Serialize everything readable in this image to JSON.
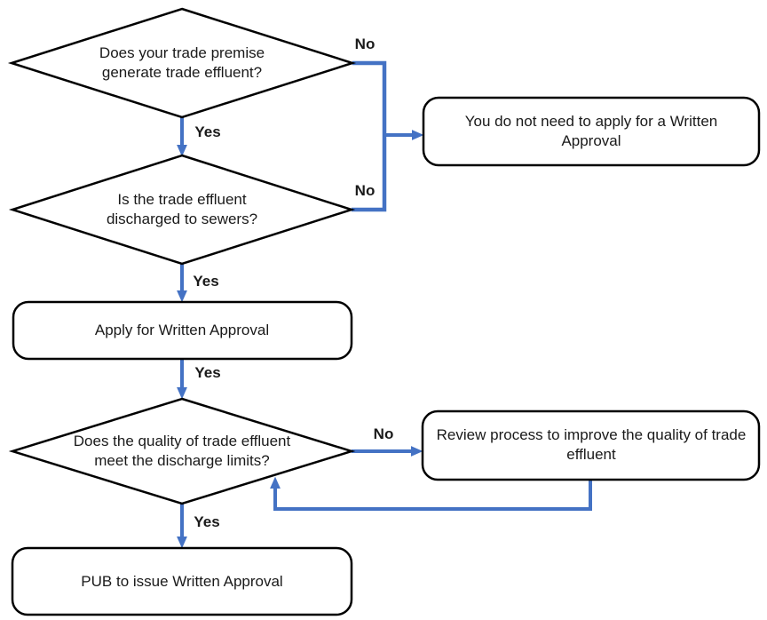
{
  "colors": {
    "accent": "#4472C4",
    "outline": "#000000",
    "text": "#1a1a1a"
  },
  "nodes": {
    "decision_generate": {
      "type": "decision",
      "label": "Does your trade premise\ngenerate trade effluent?"
    },
    "terminal_not_needed": {
      "type": "terminator",
      "label": "You do not need to apply for a Written\nApproval"
    },
    "decision_sewers": {
      "type": "decision",
      "label": "Is the trade effluent\ndischarged to sewers?"
    },
    "process_apply": {
      "type": "process",
      "label": "Apply for Written Approval"
    },
    "decision_quality": {
      "type": "decision",
      "label": "Does the quality of trade effluent\nmeet the discharge limits?"
    },
    "process_review": {
      "type": "process",
      "label": "Review process to improve the quality of trade\neffluent"
    },
    "terminal_issue": {
      "type": "terminator",
      "label": "PUB to issue Written Approval"
    }
  },
  "edge_labels": {
    "generate_no": "No",
    "generate_yes": "Yes",
    "sewers_no": "No",
    "sewers_yes": "Yes",
    "apply_yes": "Yes",
    "quality_no": "No",
    "quality_yes": "Yes"
  }
}
